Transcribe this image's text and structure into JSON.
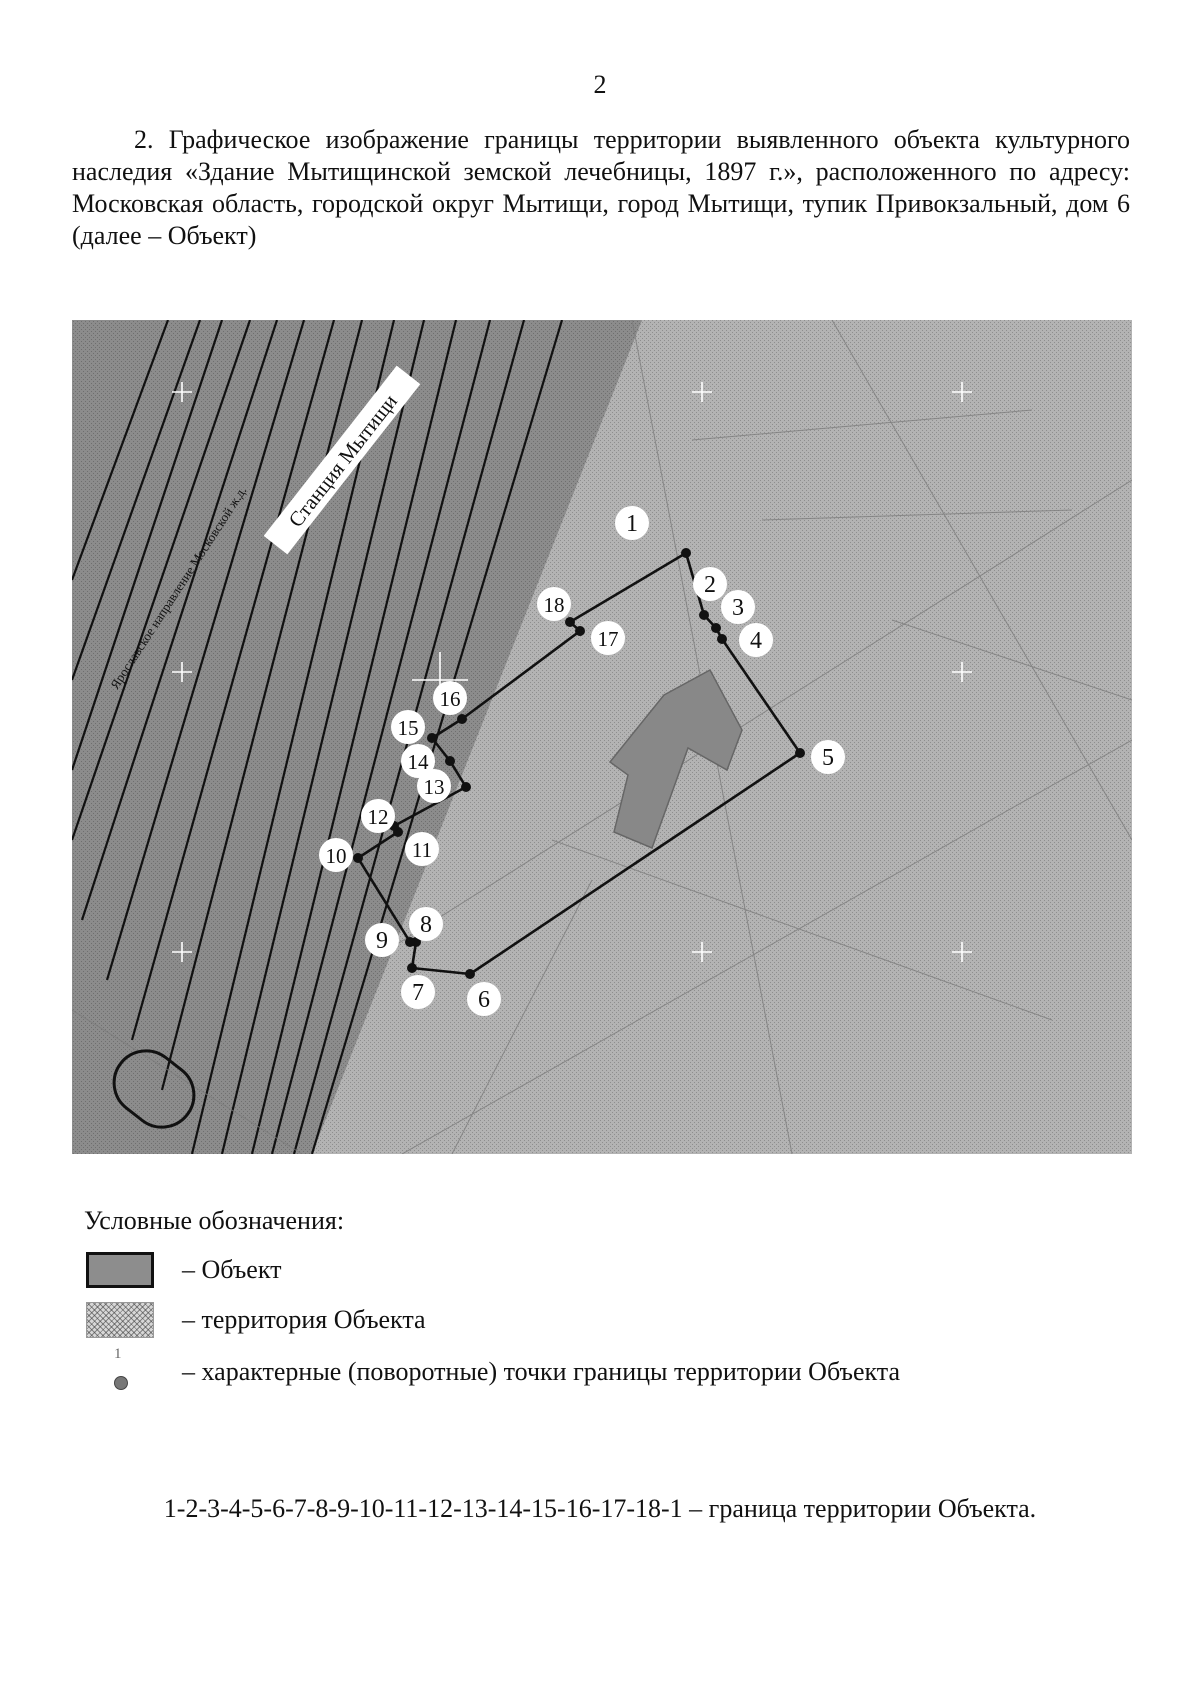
{
  "page_number": "2",
  "intro_text": "2. Графическое изображение границы территории выявленного объекта культурного наследия «Здание Мытищинской земской лечебницы, 1897 г.», расположенного по адресу: Московская область, городской округ Мытищи, город Мытищи, тупик Привокзальный, дом 6 (далее – Объект)",
  "map": {
    "station_label": "Станция Мытищи",
    "rail_label": "Ярославское направление Московской ж.д.",
    "boundary_points": [
      {
        "n": "1"
      },
      {
        "n": "2"
      },
      {
        "n": "3"
      },
      {
        "n": "4"
      },
      {
        "n": "5"
      },
      {
        "n": "6"
      },
      {
        "n": "7"
      },
      {
        "n": "8"
      },
      {
        "n": "9"
      },
      {
        "n": "10"
      },
      {
        "n": "11"
      },
      {
        "n": "12"
      },
      {
        "n": "13"
      },
      {
        "n": "14"
      },
      {
        "n": "15"
      },
      {
        "n": "16"
      },
      {
        "n": "17"
      },
      {
        "n": "18"
      }
    ]
  },
  "legend": {
    "title": "Условные обозначения:",
    "object": "– Объект",
    "territory": "– территория Объекта",
    "point_sample": "1",
    "points": "– характерные (поворотные) точки границы территории Объекта"
  },
  "boundary_sequence": "1-2-3-4-5-6-7-8-9-10-11-12-13-14-15-16-17-18-1 – граница территории Объекта."
}
